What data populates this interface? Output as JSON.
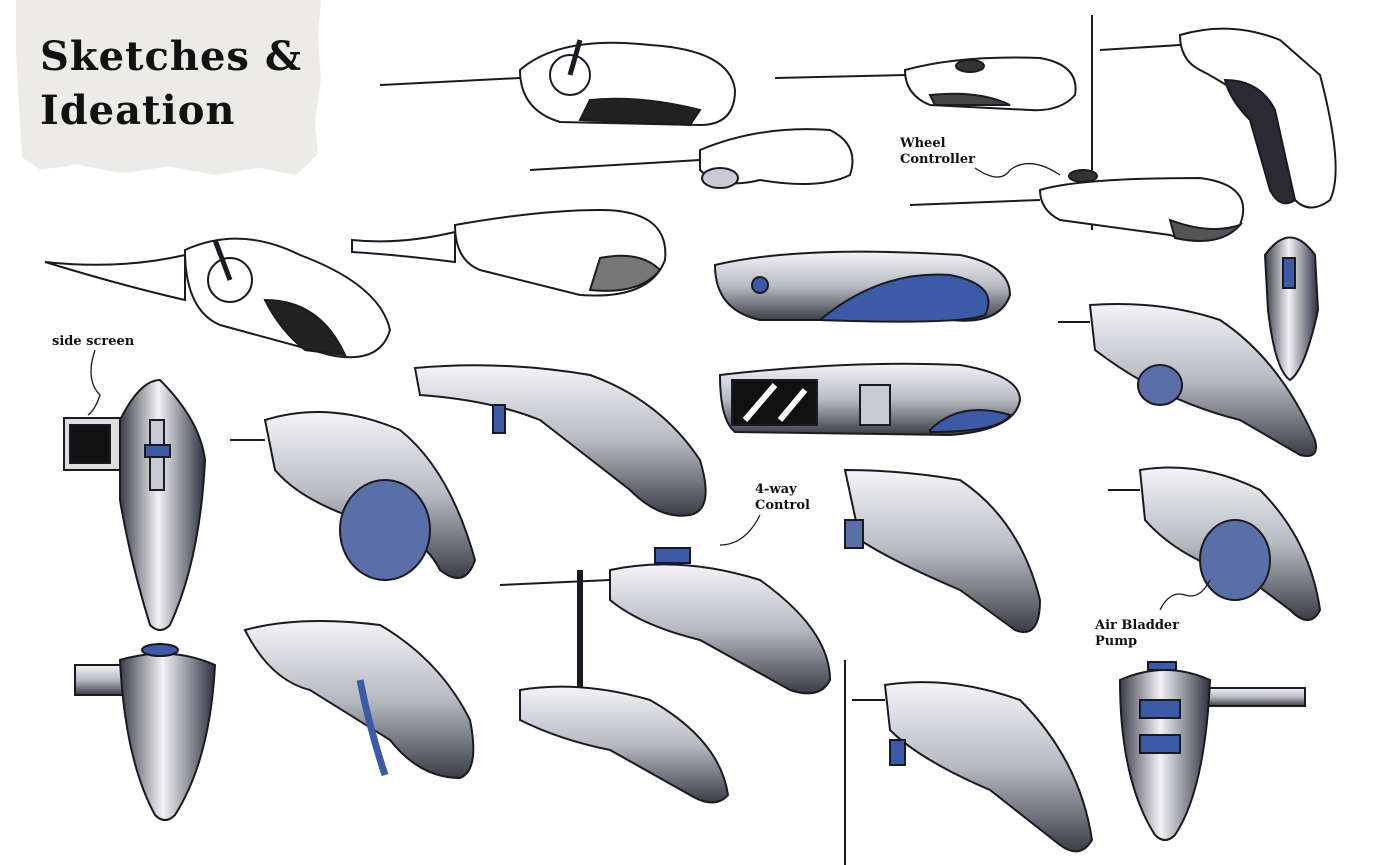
{
  "title": {
    "line1": "Sketches &",
    "line2": "Ideation"
  },
  "annotations": {
    "wheel_controller": {
      "line1": "Wheel",
      "line2": "Controller"
    },
    "side_screen": "side screen",
    "four_way_control": {
      "line1": "4-way",
      "line2": "Control"
    },
    "air_bladder_pump": {
      "line1": "Air Bladder",
      "line2": "Pump"
    }
  },
  "colors": {
    "accent_blue": "#3c5aa6",
    "marker_gray": "#8a8d96",
    "outline": "#1a1a22",
    "paper": "#ecebe8"
  }
}
